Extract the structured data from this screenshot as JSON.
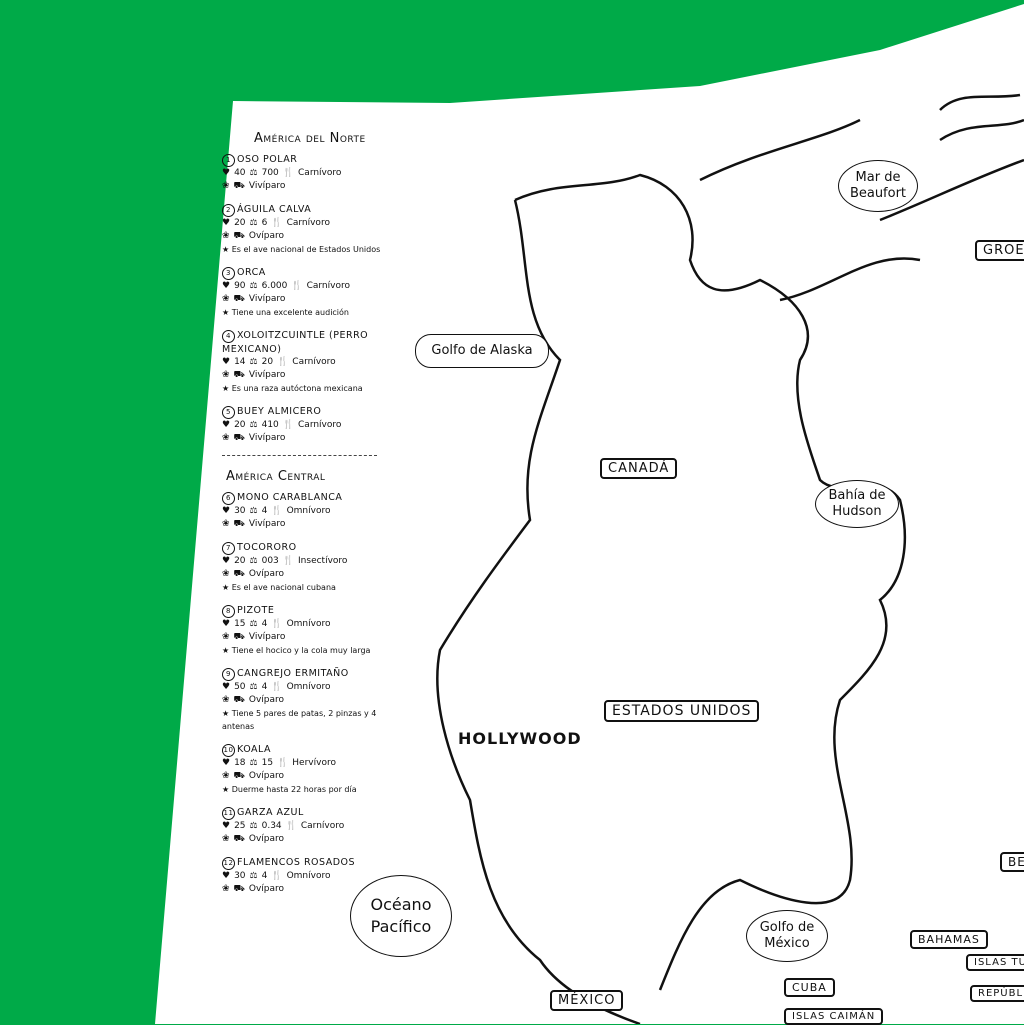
{
  "colors": {
    "background": "#00aa48",
    "poster": "#ffffff",
    "ink": "#111111"
  },
  "legend": {
    "north_america": {
      "title": "América del Norte",
      "animals": [
        {
          "num": "1",
          "name": "Oso polar",
          "life": "40",
          "weight": "700",
          "diet": "Carnívoro",
          "repro": "Vivíparo",
          "fact": ""
        },
        {
          "num": "2",
          "name": "Águila calva",
          "life": "20",
          "weight": "6",
          "diet": "Carnívoro",
          "repro": "Ovíparo",
          "fact": "Es el ave nacional de Estados Unidos"
        },
        {
          "num": "3",
          "name": "Orca",
          "life": "90",
          "weight": "6.000",
          "diet": "Carnívoro",
          "repro": "Vivíparo",
          "fact": "Tiene una excelente audición"
        },
        {
          "num": "4",
          "name": "Xoloitzcuintle (perro mexicano)",
          "life": "14",
          "weight": "20",
          "diet": "Carnívoro",
          "repro": "Vivíparo",
          "fact": "Es una raza autóctona mexicana"
        },
        {
          "num": "5",
          "name": "Buey almicero",
          "life": "20",
          "weight": "410",
          "diet": "Carnívoro",
          "repro": "Vivíparo",
          "fact": ""
        }
      ]
    },
    "central_america": {
      "title": "América Central",
      "animals": [
        {
          "num": "6",
          "name": "Mono carablanca",
          "life": "30",
          "weight": "4",
          "diet": "Omnívoro",
          "repro": "Vivíparo",
          "fact": ""
        },
        {
          "num": "7",
          "name": "Tocororo",
          "life": "20",
          "weight": "003",
          "diet": "Insectívoro",
          "repro": "Ovíparo",
          "fact": "Es el ave nacional cubana"
        },
        {
          "num": "8",
          "name": "Pizote",
          "life": "15",
          "weight": "4",
          "diet": "Omnívoro",
          "repro": "Vivíparo",
          "fact": "Tiene el hocico y la cola muy larga"
        },
        {
          "num": "9",
          "name": "Cangrejo ermitaño",
          "life": "50",
          "weight": "4",
          "diet": "Omnívoro",
          "repro": "Ovíparo",
          "fact": "Tiene 5 pares de patas, 2 pinzas y 4 antenas"
        },
        {
          "num": "10",
          "name": "Koala",
          "life": "18",
          "weight": "15",
          "diet": "Hervívoro",
          "repro": "Ovíparo",
          "fact": "Duerme hasta 22 horas por día"
        },
        {
          "num": "11",
          "name": "Garza azul",
          "life": "25",
          "weight": "0.34",
          "diet": "Carnívoro",
          "repro": "Ovíparo",
          "fact": ""
        },
        {
          "num": "12",
          "name": "Flamencos rosados",
          "life": "30",
          "weight": "4",
          "diet": "Omnívoro",
          "repro": "Ovíparo",
          "fact": ""
        }
      ]
    }
  },
  "map_labels": {
    "beaufort": "Mar de Beaufort",
    "greenland": "GROEN",
    "alaska": "Golfo de Alaska",
    "canada": "CANADÁ",
    "hudson": "Bahía de Hudson",
    "usa": "ESTADOS UNIDOS",
    "hollywood": "HOLLYWOOD",
    "pacific": "Océano Pacífico",
    "gulf_mexico": "Golfo de México",
    "mexico": "MÉXICO",
    "bahamas": "BAHAMAS",
    "cuba": "CUBA",
    "cayman": "ISLAS CAIMÁN",
    "turks": "ISLAS TURC",
    "dominican": "REPÚBLICA",
    "bermuda": "BER"
  }
}
